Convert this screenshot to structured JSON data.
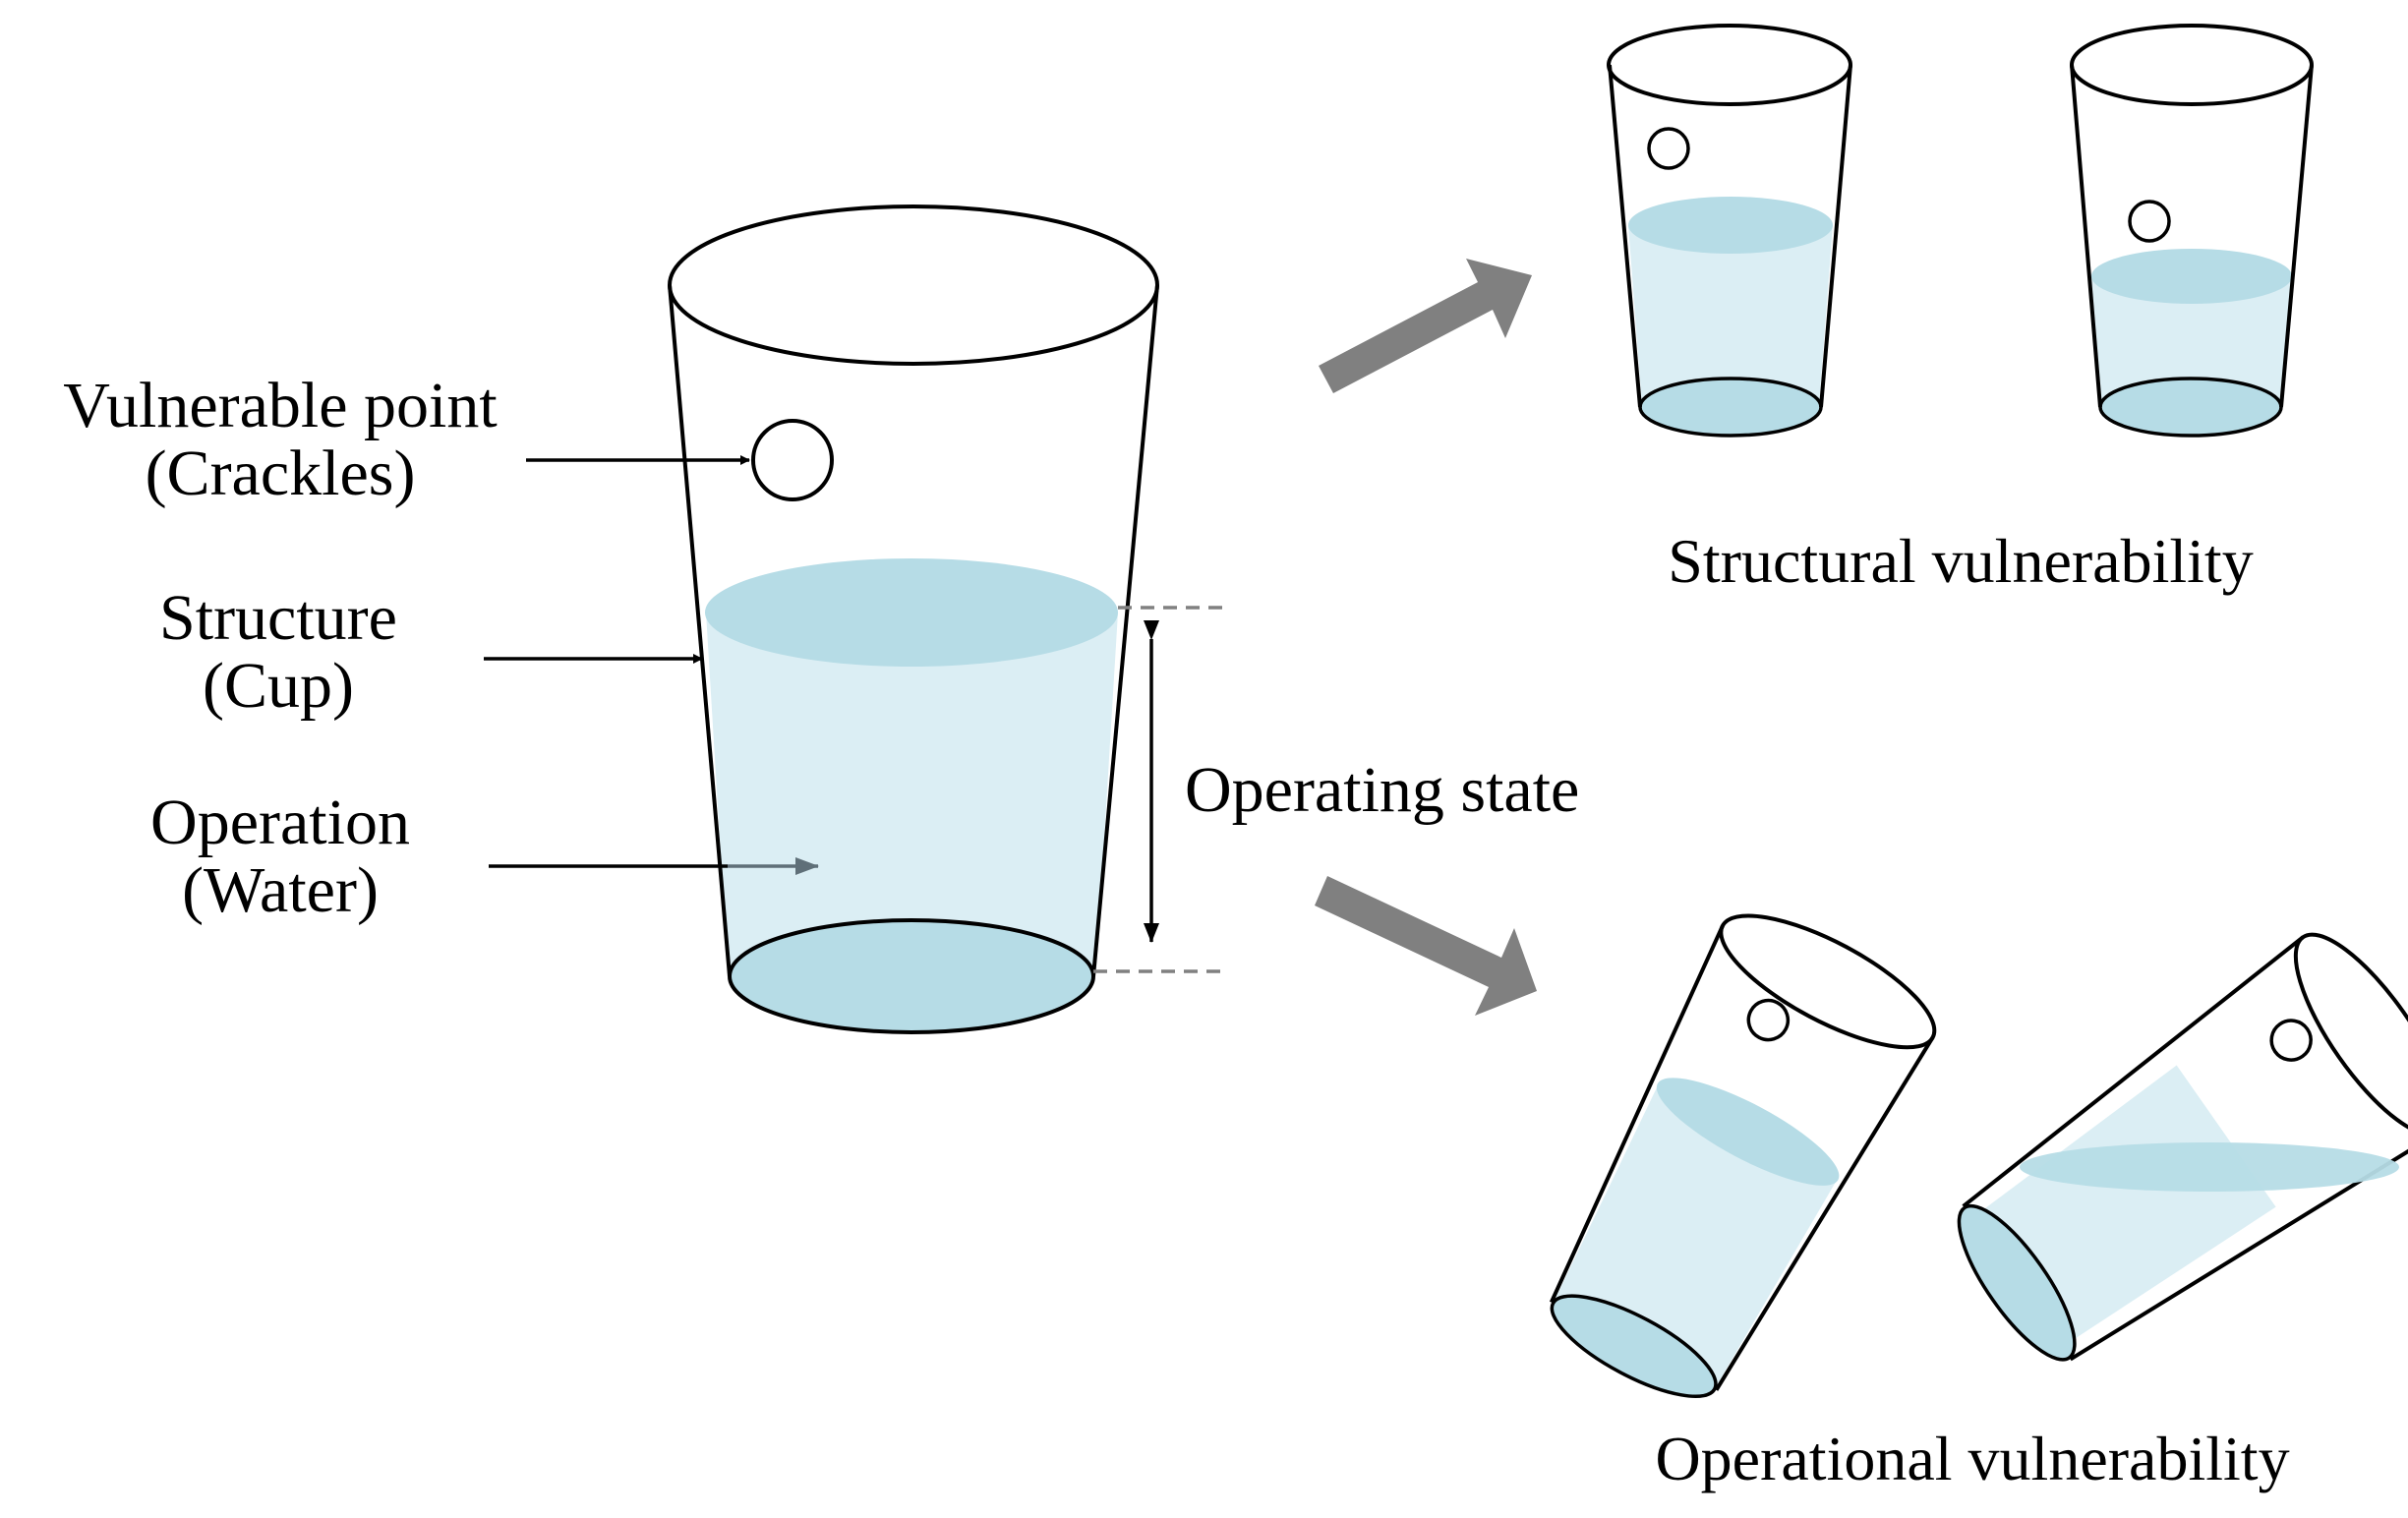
{
  "labels": {
    "vulnerable_point": "Vulnerable point",
    "vulnerable_point_sub": "(Crackles)",
    "structure": "Structure",
    "structure_sub": "(Cup)",
    "operation": "Operation",
    "operation_sub": "(Water)",
    "operating_state": "Operating state",
    "structural_vulnerability": "Structural vulnerability",
    "operational_vulnerability": "Operational vulnerability"
  },
  "colors": {
    "water_light": "#dbeef4",
    "water_surface": "#b6dce6",
    "big_arrow": "#808080",
    "outline": "#000000",
    "dashed_line": "#808080"
  }
}
